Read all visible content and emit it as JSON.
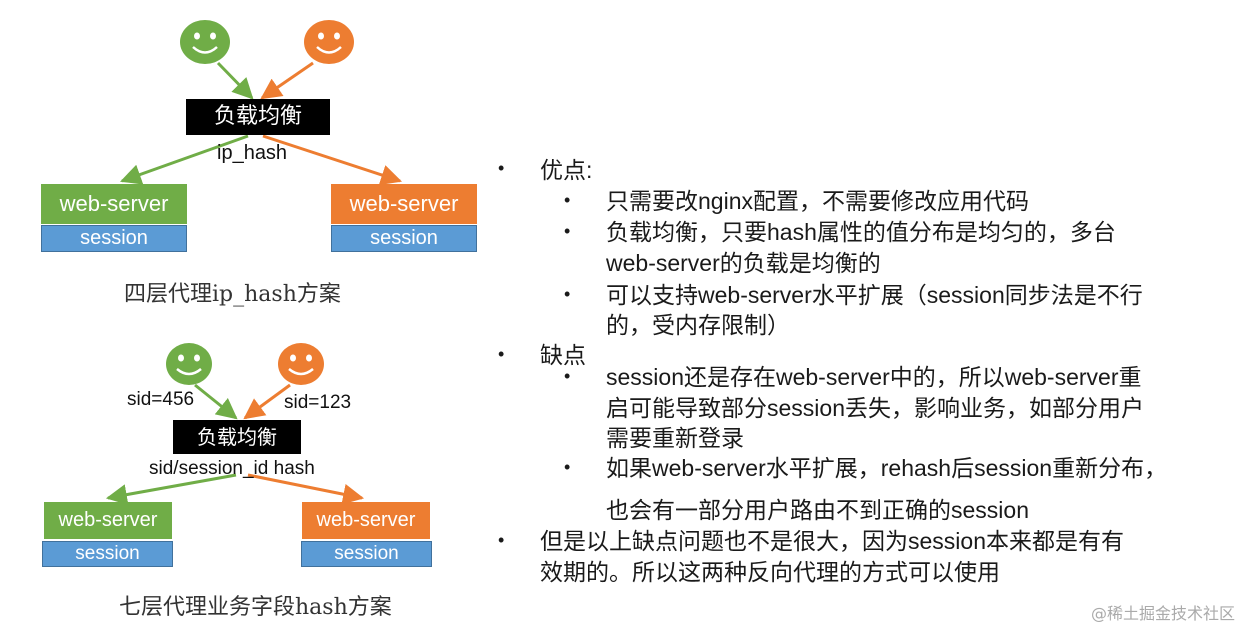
{
  "colors": {
    "green": "#70ad47",
    "orange": "#ed7d31",
    "blue": "#5b9bd5",
    "black": "#000000"
  },
  "diagram1": {
    "users": [
      "smiley-face-green",
      "smiley-face-orange"
    ],
    "load_balancer": "负载均衡",
    "method_label": "ip_hash",
    "server_left": "web-server",
    "server_right": "web-server",
    "session_left": "session",
    "session_right": "session",
    "caption": "四层代理ip_hash方案"
  },
  "diagram2": {
    "users": [
      "smiley-face-green",
      "smiley-face-orange"
    ],
    "sid_left": "sid=456",
    "sid_right": "sid=123",
    "load_balancer": "负载均衡",
    "method_label": "sid/session_id hash",
    "server_left": "web-server",
    "server_right": "web-server",
    "session_left": "session",
    "session_right": "session",
    "caption": "七层代理业务字段hash方案"
  },
  "notes": {
    "pros_title": "优点:",
    "pros": [
      "只需要改nginx配置，不需要修改应用代码",
      "负载均衡，只要hash属性的值分布是均匀的，多台",
      "web-server的负载是均衡的",
      "可以支持web-server水平扩展（session同步法是不行",
      "的，受内存限制）"
    ],
    "cons_title": "缺点",
    "cons": [
      "session还是存在web-server中的，所以web-server重",
      "启可能导致部分session丢失，影响业务，如部分用户",
      "需要重新登录",
      "如果web-server水平扩展，rehash后session重新分布，",
      "也会有一部分用户路由不到正确的session"
    ],
    "summary": [
      "但是以上缺点问题也不是很大，因为session本来都是有有",
      "效期的。所以这两种反向代理的方式可以使用"
    ]
  },
  "watermark": "@稀土掘金技术社区"
}
